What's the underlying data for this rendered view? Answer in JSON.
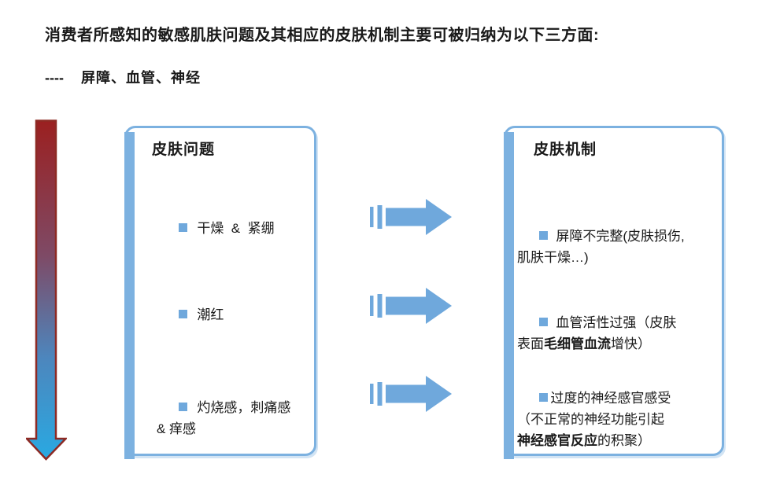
{
  "colors": {
    "accent_blue": "#7CB1E0",
    "arrow_blue": "#6FA8DC",
    "bullet_blue": "#6FA8DC",
    "varrow_border": "#8D2A24",
    "varrow_top": "#9B2020",
    "varrow_mid1": "#7E4A66",
    "varrow_mid2": "#4D86BD",
    "varrow_bottom": "#29A9E2",
    "text": "#1A1A1A"
  },
  "header": {
    "title": "消费者所感知的敏感肌肤问题及其相应的皮肤机制主要可被归纳为以下三方面:",
    "subtitle_dashes": "----",
    "subtitle": "屏障、血管、神经"
  },
  "left_box": {
    "header": "皮肤问题",
    "items": [
      {
        "parts": [
          {
            "text": "干燥  &  紧绷",
            "bold": false
          }
        ]
      },
      {
        "parts": [
          {
            "text": "潮红",
            "bold": false
          }
        ]
      },
      {
        "parts": [
          {
            "text": "灼烧感，刺痛感\n& 痒感",
            "bold": false
          }
        ]
      }
    ]
  },
  "right_box": {
    "header": "皮肤机制",
    "items": [
      {
        "parts": [
          {
            "text": "屏障不完整(皮肤损伤,\n肌肤干燥…)",
            "bold": false
          }
        ]
      },
      {
        "parts": [
          {
            "text": "血管活性过强（皮肤\n表面",
            "bold": false
          },
          {
            "text": "毛细管血流",
            "bold": true
          },
          {
            "text": "增快）",
            "bold": false
          }
        ]
      },
      {
        "parts": [
          {
            "text": "过度的神经感官感受\n（不正常的神经功能引起\n",
            "bold": false
          },
          {
            "text": "神经感官反应",
            "bold": true
          },
          {
            "text": "的积聚）",
            "bold": false
          }
        ]
      }
    ]
  }
}
